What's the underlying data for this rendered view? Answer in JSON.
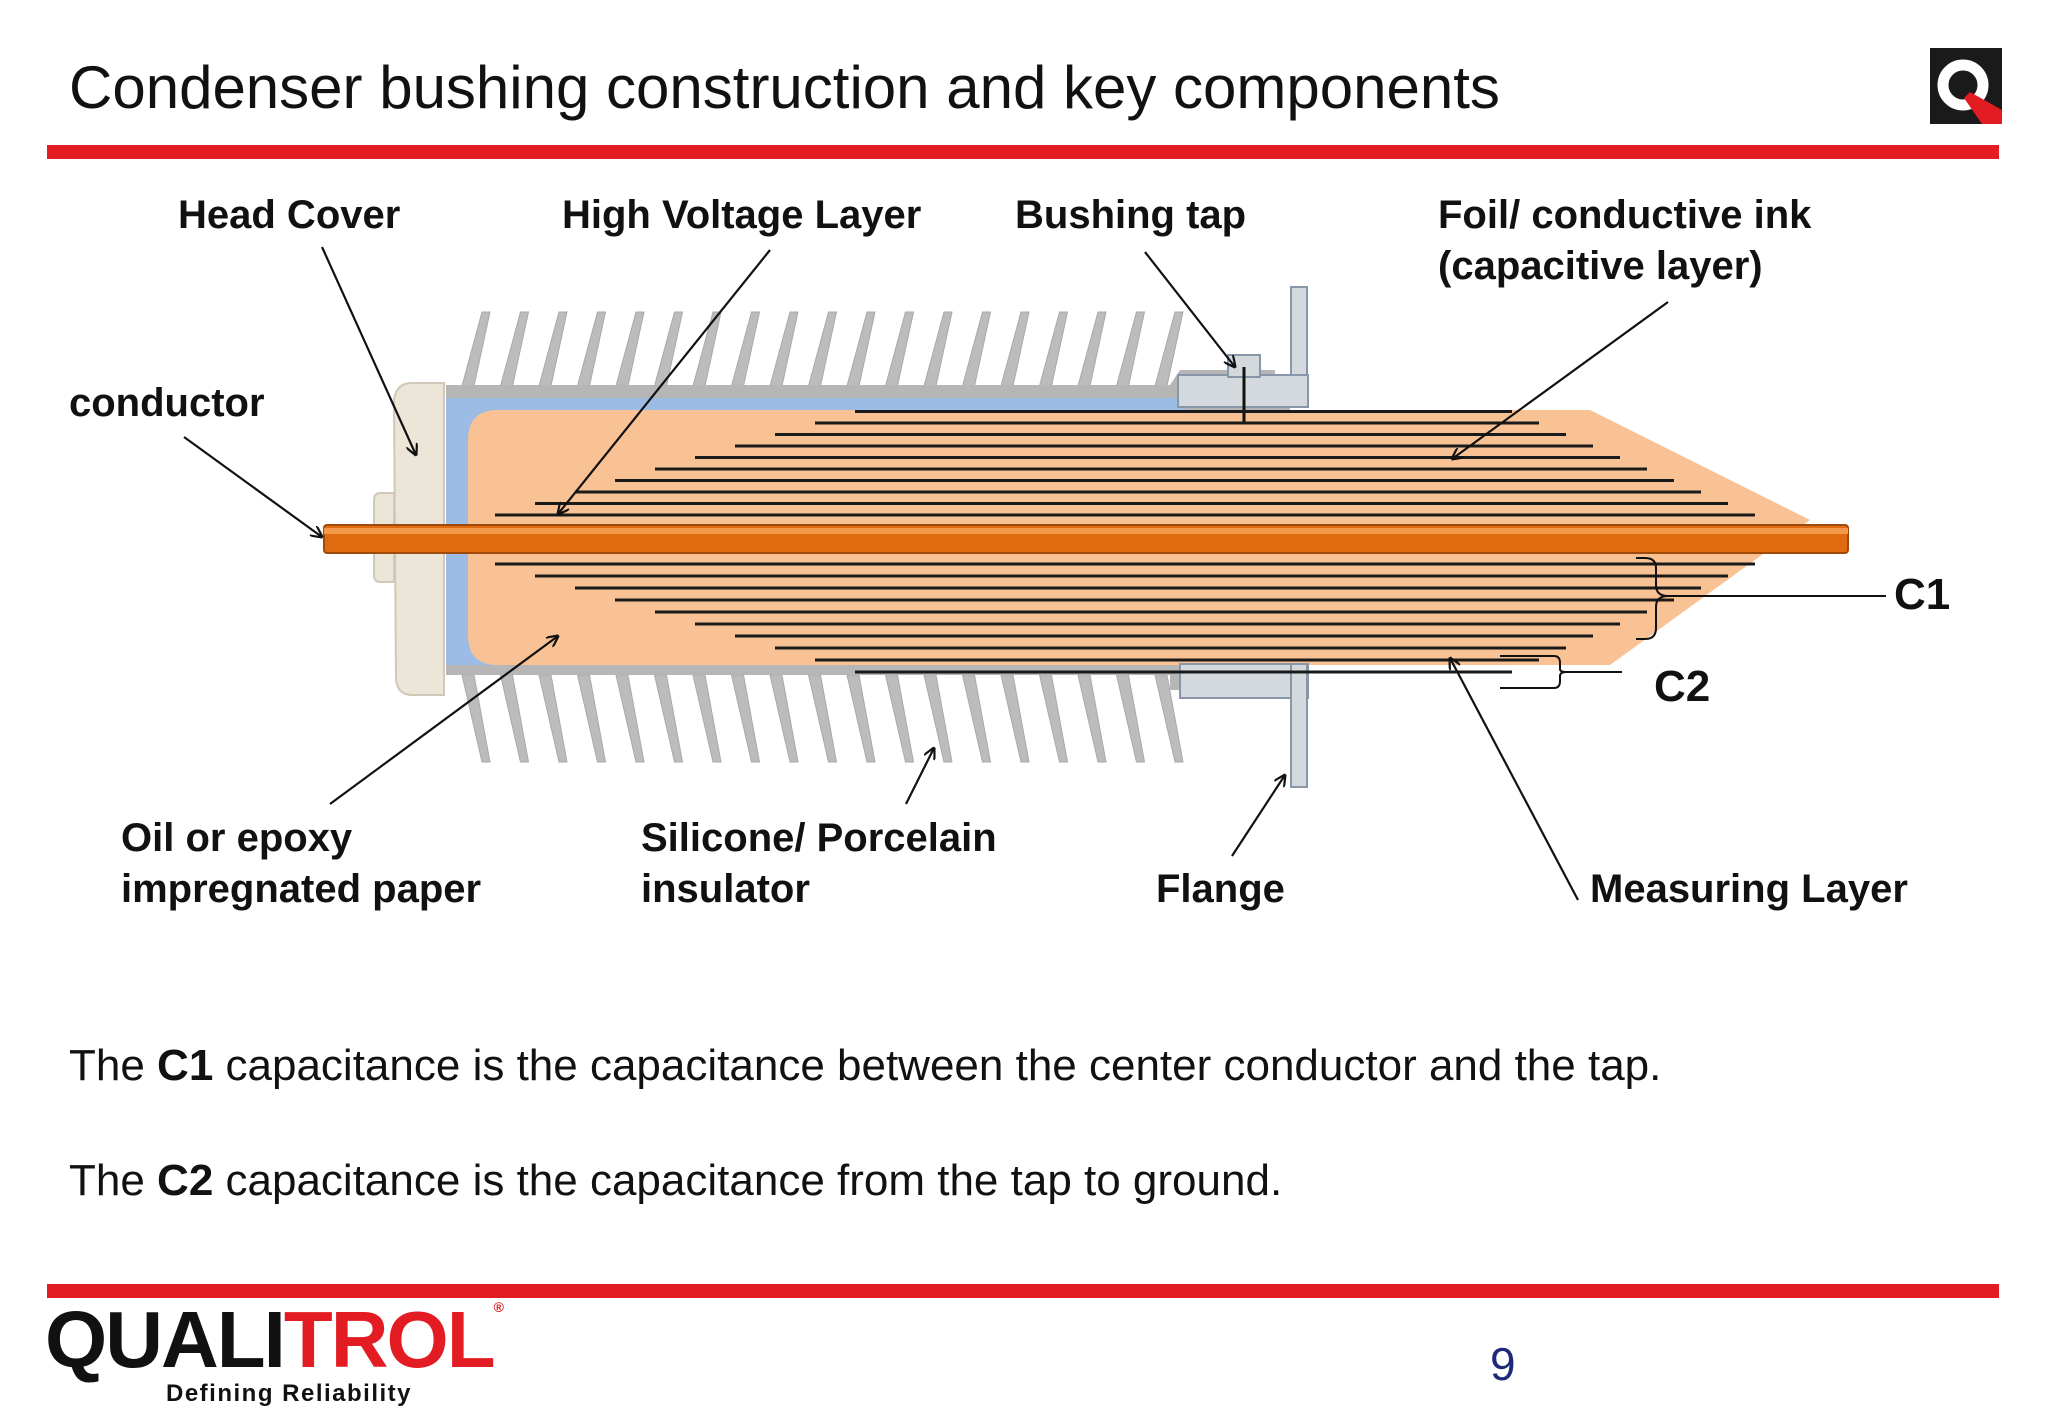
{
  "slide": {
    "title": "Condenser bushing construction and key components",
    "page_number": "9"
  },
  "labels": {
    "head_cover": "Head Cover",
    "high_voltage_layer": "High Voltage Layer",
    "bushing_tap": "Bushing tap",
    "foil_line1": "Foil/ conductive ink",
    "foil_line2": "(capacitive layer)",
    "conductor": "conductor",
    "c1": "C1",
    "c2": "C2",
    "oil_line1": "Oil or epoxy",
    "oil_line2": "impregnated paper",
    "insulator_line1": "Silicone/ Porcelain",
    "insulator_line2": "insulator",
    "flange": "Flange",
    "measuring_layer": "Measuring Layer"
  },
  "body": {
    "line1_prefix": "The ",
    "line1_bold": "C1",
    "line1_rest": " capacitance is the capacitance between the center conductor and the tap.",
    "line2_prefix": "The ",
    "line2_bold": "C2",
    "line2_rest": " capacitance is the capacitance from the tap to ground."
  },
  "brand": {
    "name_black": "QUALI",
    "name_red": "TROL",
    "registered": "®",
    "tagline": "Defining Reliability",
    "corner_logo_letter": "Q"
  },
  "colors": {
    "accent_red": "#e31b23",
    "paper_fill": "#f9c294",
    "oil_blue": "#9cbce6",
    "conductor": "#e06a10",
    "porcelain_gray": "#b9b9b9",
    "flange_gray": "#d4d9de",
    "page_number_blue": "#1e2a78"
  },
  "icons": {
    "corner_logo": "qualitrol-q-icon"
  }
}
